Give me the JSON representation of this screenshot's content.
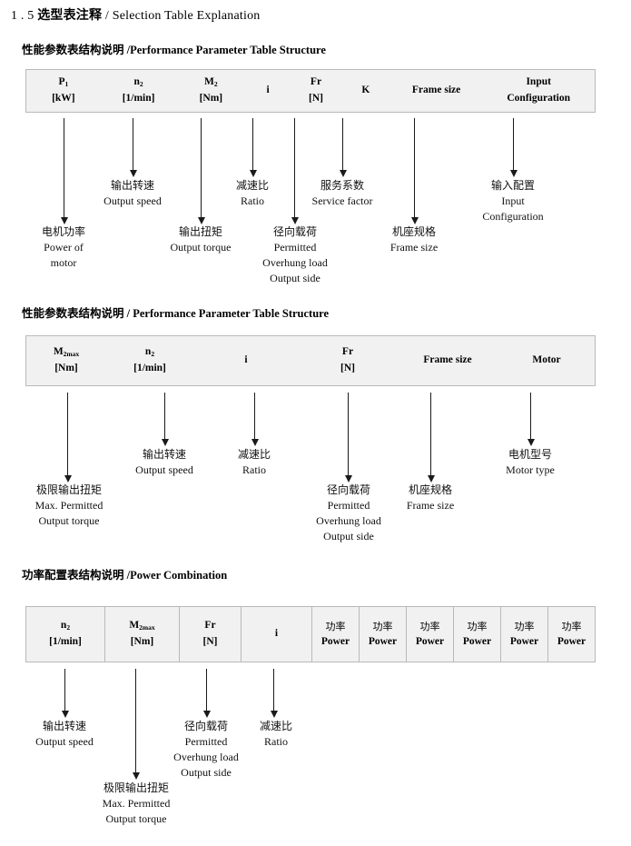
{
  "page": {
    "title_number": "1 . 5",
    "title_cn": "选型表注释",
    "title_sep": "/",
    "title_en": "Selection Table Explanation"
  },
  "sections": [
    {
      "id": "performance-1",
      "heading_cn": "性能参数表结构说明",
      "heading_sep": "/",
      "heading_en": "Performance Parameter Table Structure",
      "table": {
        "bordered_cells": false,
        "columns": [
          {
            "line1": "P",
            "sub1": "1",
            "line2": "[kW]"
          },
          {
            "line1": "n",
            "sub1": "2",
            "line2": "[1/min]"
          },
          {
            "line1": "M",
            "sub1": "2",
            "line2": "[Nm]"
          },
          {
            "line1": "i",
            "sub1": "",
            "line2": ""
          },
          {
            "line1": "Fr",
            "sub1": "",
            "line2": "[N]"
          },
          {
            "line1": "K",
            "sub1": "",
            "line2": ""
          },
          {
            "line1": "Frame size",
            "sub1": "",
            "line2": ""
          },
          {
            "line1": "Input",
            "sub1": "",
            "line2": "Configuration"
          }
        ]
      },
      "callouts": [
        {
          "cn": "电机功率",
          "en": [
            "Power of",
            "motor"
          ]
        },
        {
          "cn": "输出转速",
          "en": [
            "Output speed"
          ]
        },
        {
          "cn": "输出扭矩",
          "en": [
            "Output torque"
          ]
        },
        {
          "cn": "减速比",
          "en": [
            "Ratio"
          ]
        },
        {
          "cn": "径向载荷",
          "en": [
            "Permitted",
            "Overhung load",
            "Output side"
          ]
        },
        {
          "cn": "服务系数",
          "en": [
            "Service factor"
          ]
        },
        {
          "cn": "机座规格",
          "en": [
            "Frame size"
          ]
        },
        {
          "cn": "输入配置",
          "en": [
            "Input",
            "Configuration"
          ]
        }
      ]
    },
    {
      "id": "performance-2",
      "heading_cn": "性能参数表结构说明",
      "heading_sep": "/",
      "heading_en": "Performance Parameter Table Structure",
      "table": {
        "bordered_cells": false,
        "columns": [
          {
            "line1": "M",
            "sub1": "2max",
            "line2": "[Nm]"
          },
          {
            "line1": "n",
            "sub1": "2",
            "line2": "[1/min]"
          },
          {
            "line1": "i",
            "sub1": "",
            "line2": ""
          },
          {
            "line1": "Fr",
            "sub1": "",
            "line2": "[N]"
          },
          {
            "line1": "Frame size",
            "sub1": "",
            "line2": ""
          },
          {
            "line1": "Motor",
            "sub1": "",
            "line2": ""
          }
        ]
      },
      "callouts": [
        {
          "cn": "极限输出扭矩",
          "en": [
            "Max. Permitted",
            "Output  torque"
          ]
        },
        {
          "cn": "输出转速",
          "en": [
            "Output speed"
          ]
        },
        {
          "cn": "减速比",
          "en": [
            "Ratio"
          ]
        },
        {
          "cn": "径向载荷",
          "en": [
            "Permitted",
            "Overhung load",
            "Output side"
          ]
        },
        {
          "cn": "机座规格",
          "en": [
            "Frame size"
          ]
        },
        {
          "cn": "电机型号",
          "en": [
            "Motor type"
          ]
        }
      ]
    },
    {
      "id": "power-combination",
      "heading_cn": "功率配置表结构说明",
      "heading_sep": "/",
      "heading_en": "Power Combination",
      "table": {
        "bordered_cells": true,
        "columns": [
          {
            "line1": "n",
            "sub1": "2",
            "line2": "[1/min]"
          },
          {
            "line1": "M",
            "sub1": "2max",
            "line2": "[Nm]"
          },
          {
            "line1": "Fr",
            "sub1": "",
            "line2": "[N]"
          },
          {
            "line1": "i",
            "sub1": "",
            "line2": ""
          },
          {
            "cn_line": "功率",
            "line2": "Power"
          },
          {
            "cn_line": "功率",
            "line2": "Power"
          },
          {
            "cn_line": "功率",
            "line2": "Power"
          },
          {
            "cn_line": "功率",
            "line2": "Power"
          },
          {
            "cn_line": "功率",
            "line2": "Power"
          },
          {
            "cn_line": "功率",
            "line2": "Power"
          }
        ]
      },
      "callouts": [
        {
          "cn": "输出转速",
          "en": [
            "Output speed"
          ]
        },
        {
          "cn": "极限输出扭矩",
          "en": [
            "Max. Permitted",
            "Output  torque"
          ]
        },
        {
          "cn": "径向载荷",
          "en": [
            "Permitted",
            "Overhung load",
            "Output side"
          ]
        },
        {
          "cn": "减速比",
          "en": [
            "Ratio"
          ]
        }
      ]
    }
  ],
  "colors": {
    "table_fill": "#f1f1f1",
    "table_border": "#b9b9b9",
    "arrow": "#1a1a1a",
    "text": "#000000"
  }
}
